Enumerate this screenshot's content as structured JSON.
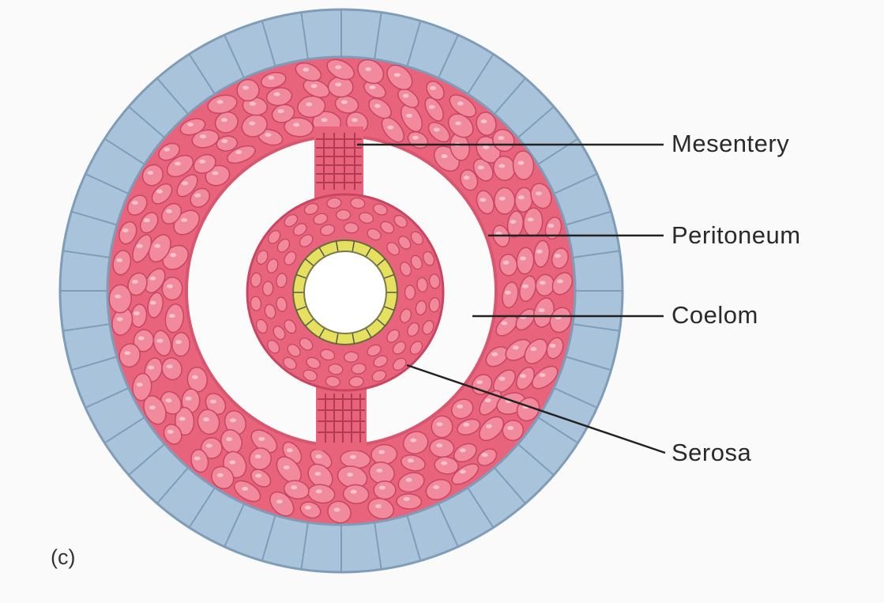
{
  "figure": {
    "panel_label": "(c)",
    "labels": {
      "mesentery": "Mesentery",
      "peritoneum": "Peritoneum",
      "coelom": "Coelom",
      "serosa": "Serosa"
    }
  },
  "colors": {
    "background": "#fafafa",
    "ectoderm_blue": "#a9c3da",
    "mesoderm_pink": "#e8647c",
    "mesoderm_cell": "#f08a9c",
    "endoderm_yellow": "#e6e060",
    "line": "#222222"
  },
  "icons": {
    "ectoderm_ring": "blue-cell-ring",
    "mesoderm_ring": "pink-muscle-ring",
    "gut": "gut-tube"
  }
}
